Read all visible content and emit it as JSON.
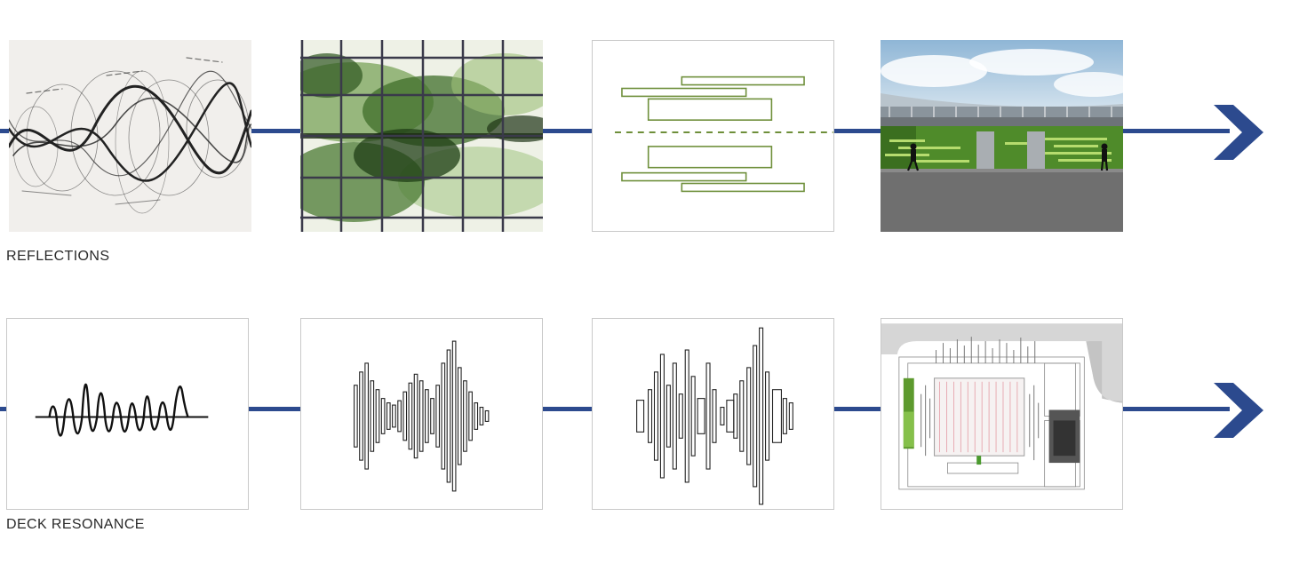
{
  "rows": [
    {
      "label": "REFLECTIONS",
      "panels": [
        {
          "name": "ink-scribble-sketch"
        },
        {
          "name": "green-watercolor-grid"
        },
        {
          "name": "mirrored-bars-diagram"
        },
        {
          "name": "pool-elevation-rendering"
        }
      ]
    },
    {
      "label": "DECK RESONANCE",
      "panels": [
        {
          "name": "sound-wave-line"
        },
        {
          "name": "vertical-bar-waveform"
        },
        {
          "name": "mixed-bar-waveform"
        },
        {
          "name": "site-plan-drawing"
        }
      ]
    }
  ],
  "colors": {
    "track": "#2c4a8e",
    "accent_green": "#6e8f3a",
    "panel_border": "#c9c9c9"
  }
}
